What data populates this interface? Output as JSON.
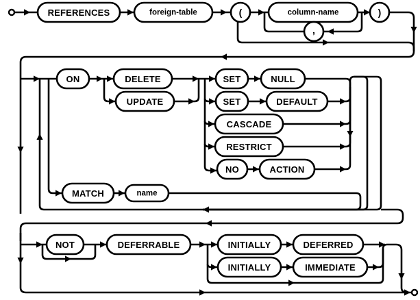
{
  "diagram": {
    "kind": "railroad-syntax-diagram",
    "title": "REFERENCES foreign-key clause",
    "colors": {
      "line": "#000000",
      "background": "#ffffff",
      "node_fill": "#ffffff"
    },
    "start_terminal": "o",
    "end_terminal": "o",
    "nodes": {
      "references": "REFERENCES",
      "foreign_table": "foreign-table",
      "lparen": "(",
      "column_name": "column-name",
      "comma": ",",
      "rparen": ")",
      "on": "ON",
      "delete": "DELETE",
      "update": "UPDATE",
      "set1": "SET",
      "null": "NULL",
      "set2": "SET",
      "default": "DEFAULT",
      "cascade": "CASCADE",
      "restrict": "RESTRICT",
      "no": "NO",
      "action": "ACTION",
      "match": "MATCH",
      "name": "name",
      "not": "NOT",
      "deferrable": "DEFERRABLE",
      "initially1": "INITIALLY",
      "deferred": "DEFERRED",
      "initially2": "INITIALLY",
      "immediate": "IMMEDIATE"
    },
    "groups": [
      {
        "id": "references-clause",
        "items": [
          "REFERENCES",
          "foreign-table",
          "(",
          "column-name",
          ",",
          ")"
        ]
      },
      {
        "id": "on-action-clause",
        "items": [
          "ON",
          "DELETE",
          "UPDATE",
          "SET",
          "NULL",
          "SET",
          "DEFAULT",
          "CASCADE",
          "RESTRICT",
          "NO",
          "ACTION",
          "MATCH",
          "name"
        ]
      },
      {
        "id": "deferrable-clause",
        "items": [
          "NOT",
          "DEFERRABLE",
          "INITIALLY",
          "DEFERRED",
          "INITIALLY",
          "IMMEDIATE"
        ]
      }
    ]
  }
}
